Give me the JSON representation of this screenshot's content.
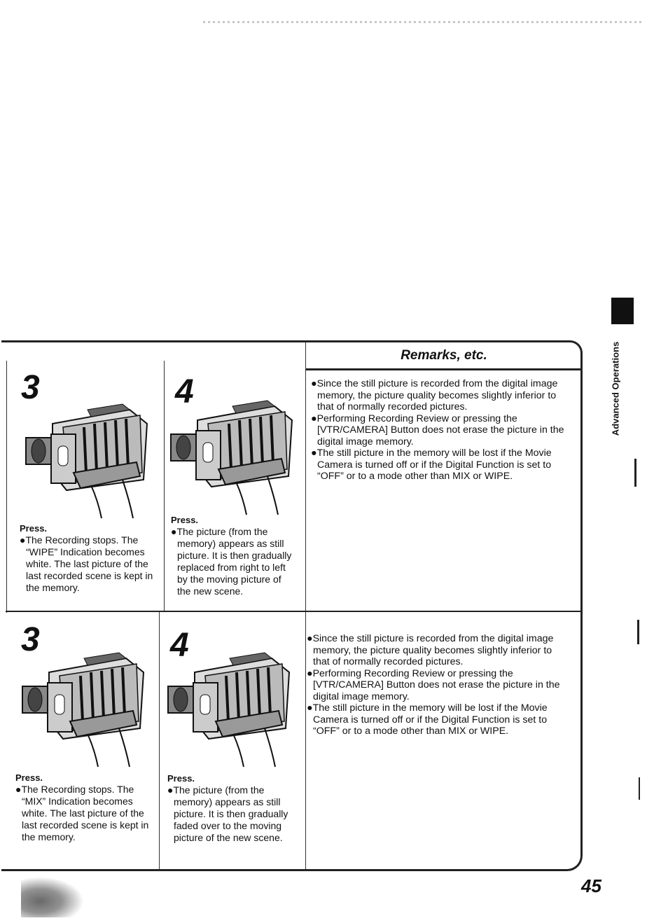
{
  "page_number": "45",
  "section_label": "Advanced Operations",
  "remarks_title": "Remarks, etc.",
  "wipe": {
    "step3": {
      "number": "3",
      "press": "Press.",
      "text": "●The Recording stops. The “WIPE” Indication becomes white. The last picture of the last recorded scene is kept in the memory."
    },
    "step4": {
      "number": "4",
      "press": "Press.",
      "text": "●The picture (from the memory) appears as still picture. It is then gradually replaced from right to left by the moving picture of the new scene."
    },
    "remarks": [
      "●Since the still picture is recorded from the digital image memory, the picture quality becomes slightly inferior to that of normally recorded pictures.",
      "●Performing Recording Review or pressing the [VTR/CAMERA] Button does not erase the picture in the digital image memory.",
      "●The still picture in the memory will be lost if the Movie Camera is turned off or if the Digital Function is set to “OFF” or to a mode other than MIX or WIPE."
    ]
  },
  "mix": {
    "step3": {
      "number": "3",
      "press": "Press.",
      "text": "●The Recording stops. The “MIX” Indication becomes white. The last picture of the last recorded scene is kept in the memory."
    },
    "step4": {
      "number": "4",
      "press": "Press.",
      "text": "●The picture (from the memory) appears as still picture. It is then gradually faded over to the moving picture of the new scene."
    },
    "remarks": [
      "●Since the still picture is recorded from the digital image memory, the picture quality becomes slightly inferior to that of normally recorded pictures.",
      "●Performing Recording Review or pressing the [VTR/CAMERA] Button does not erase the picture in the digital image memory.",
      "●The still picture in the memory will be lost if the Movie Camera is turned off or if the Digital Function is set to “OFF” or to a mode other than MIX or WIPE."
    ]
  }
}
